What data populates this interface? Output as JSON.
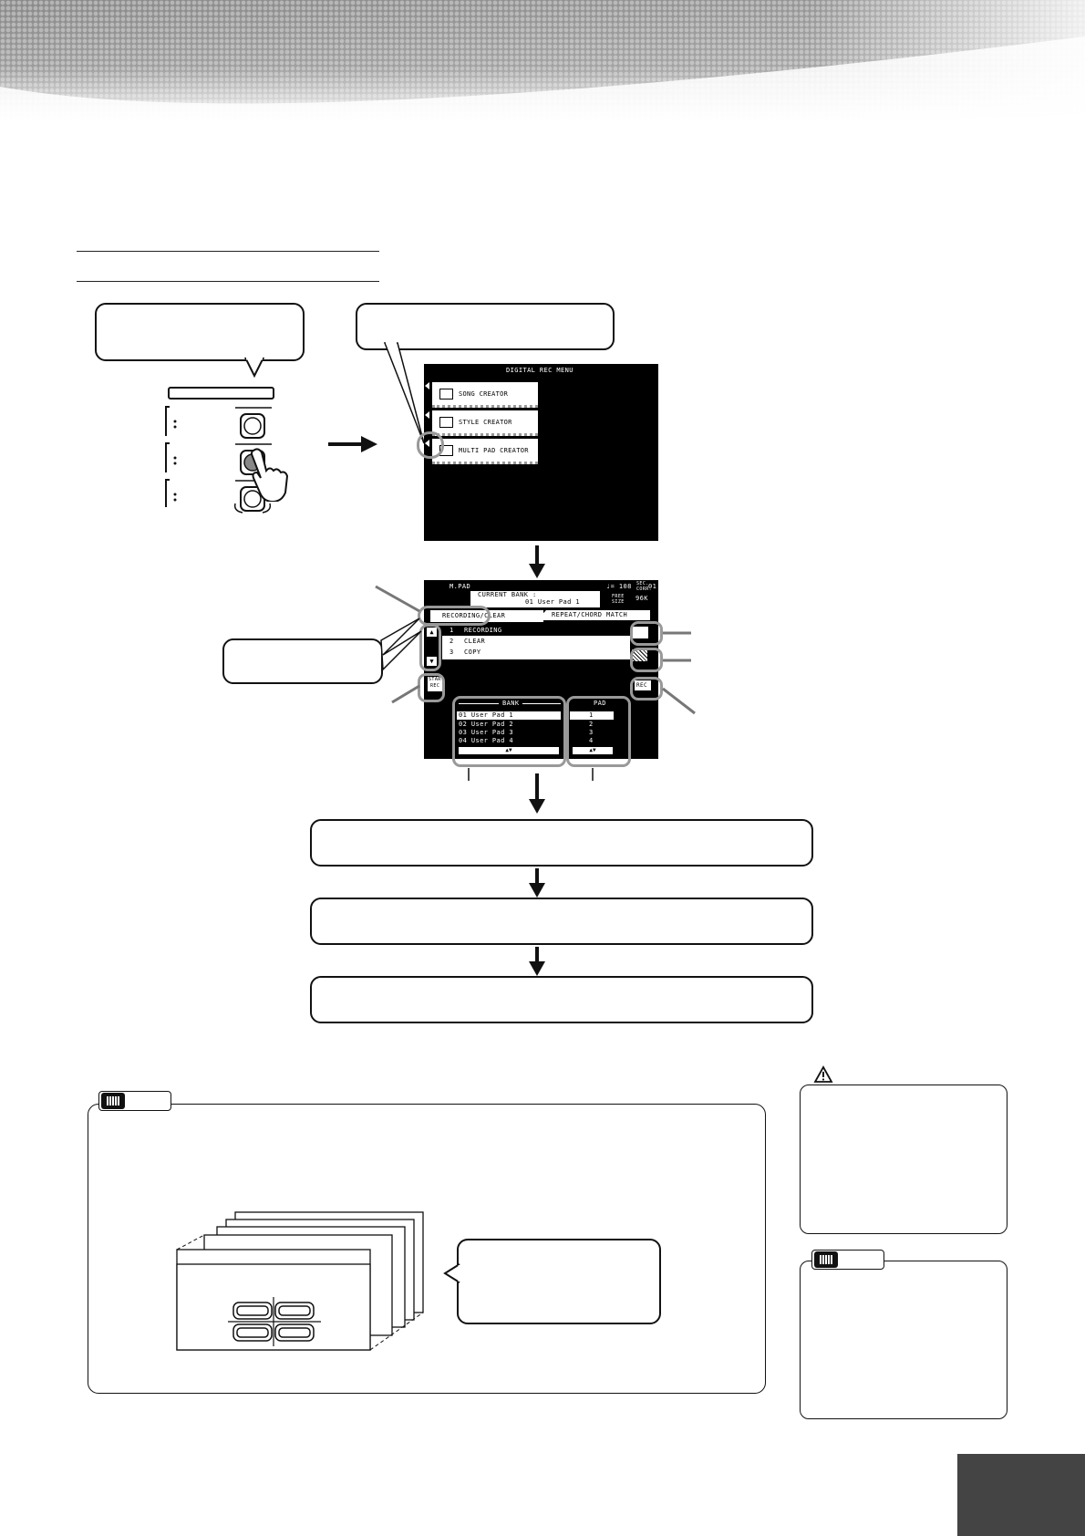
{
  "digital_rec_menu": {
    "title": "DIGITAL REC MENU",
    "items": [
      {
        "label": "SONG CREATOR"
      },
      {
        "label": "STYLE CREATOR"
      },
      {
        "label": "MULTI PAD CREATOR"
      }
    ]
  },
  "mpad_screen": {
    "mode": "M.PAD",
    "tempo": "♩= 108",
    "sec_label": "SEC.",
    "corr_label": "CORR.",
    "sec_value": "01",
    "current_bank_label": "CURRENT BANK :",
    "current_bank_value": "01 User Pad  1",
    "free_label_1": "FREE",
    "free_label_2": "SIZE",
    "free_value": "96K",
    "tabs": [
      "RECORDING/CLEAR",
      "REPEAT/CHORD MATCH"
    ],
    "list": [
      {
        "num": "1",
        "label": "RECORDING"
      },
      {
        "num": "2",
        "label": "CLEAR"
      },
      {
        "num": "3",
        "label": "COPY"
      }
    ],
    "bank_header": "BANK",
    "pad_header": "PAD",
    "banks": [
      "01 User Pad  1",
      "02 User Pad  2",
      "03 User Pad  3",
      "04 User Pad  4"
    ],
    "pads": [
      "1",
      "2",
      "3",
      "4"
    ],
    "start_rec_label": [
      "START",
      "REC"
    ],
    "rec_label": "REC",
    "updown": "▲▼"
  },
  "icons": {
    "caution": "warning-triangle-icon",
    "note": "note-keyboard-icon",
    "arrow": "down-arrow-icon"
  },
  "colors": {
    "callout_gray": "#999999",
    "page_tab": "#444444"
  }
}
